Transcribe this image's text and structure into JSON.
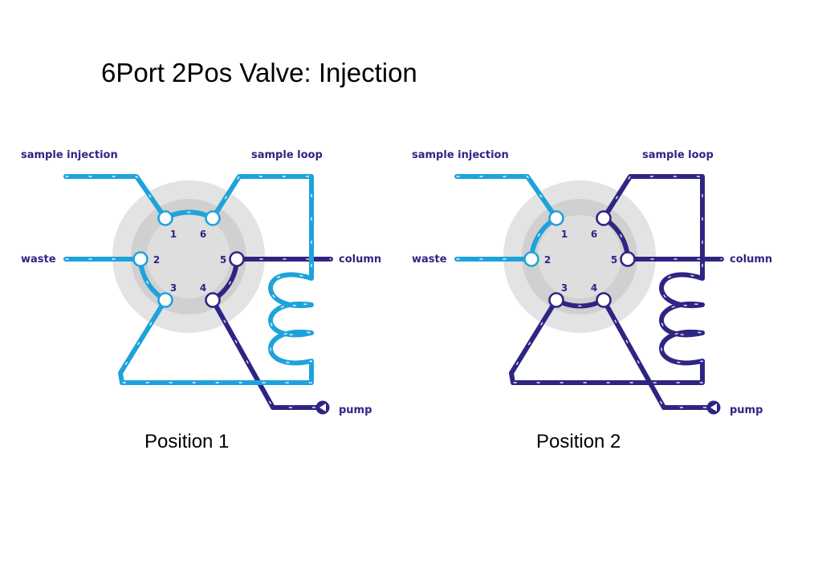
{
  "title": "6Port 2Pos Valve: Injection",
  "colors": {
    "light_blue": "#1ea2dc",
    "dark_blue": "#2e2583",
    "valve_outer": "#e3e3e3",
    "valve_mid": "#d0d0d0",
    "valve_inner": "#dedede"
  },
  "labels": {
    "sample_injection": "sample injection",
    "sample_loop": "sample loop",
    "waste": "waste",
    "column": "column",
    "pump": "pump"
  },
  "ports": [
    "1",
    "2",
    "3",
    "4",
    "5",
    "6"
  ],
  "positions": [
    {
      "caption": "Position 1",
      "connections": [
        [
          "1",
          "6"
        ],
        [
          "2",
          "3"
        ],
        [
          "4",
          "5"
        ]
      ]
    },
    {
      "caption": "Position 2",
      "connections": [
        [
          "1",
          "2"
        ],
        [
          "3",
          "4"
        ],
        [
          "5",
          "6"
        ]
      ]
    }
  ]
}
